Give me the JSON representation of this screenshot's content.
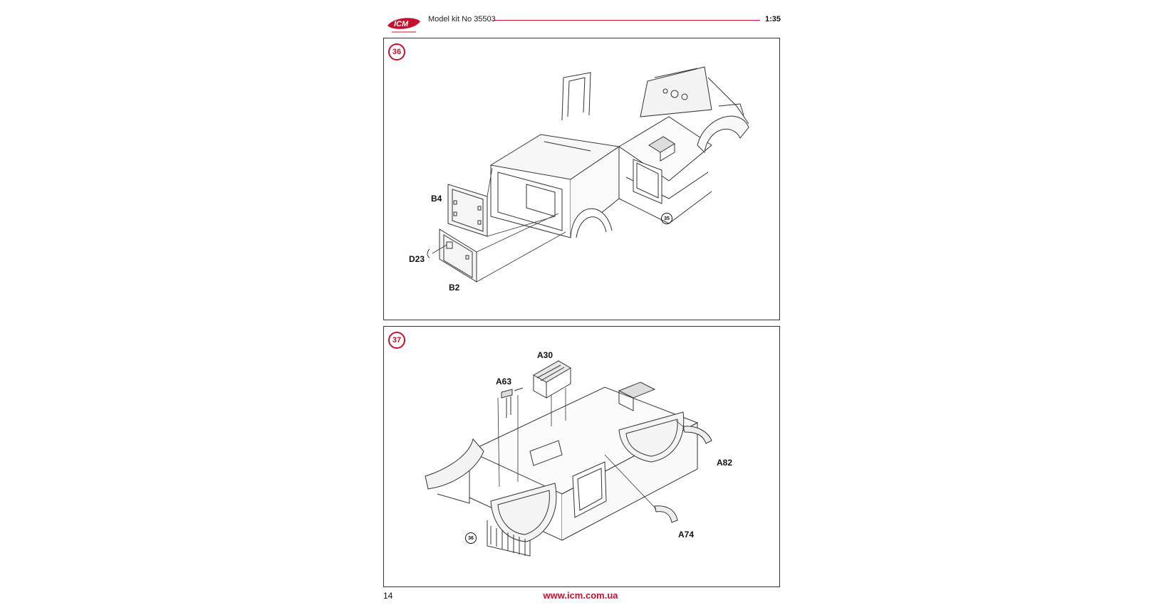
{
  "header": {
    "brand": "ICM",
    "model_label": "Model kit No 35503",
    "scale": "1:35",
    "brand_color": "#c8102e"
  },
  "steps": [
    {
      "number": "36",
      "parts": [
        "B4",
        "D23",
        "B2"
      ],
      "reference_step": "35"
    },
    {
      "number": "37",
      "parts": [
        "A30",
        "A63",
        "A82",
        "A74"
      ],
      "reference_step": "36"
    }
  ],
  "footer": {
    "page_number": "14",
    "website": "www.icm.com.ua"
  }
}
